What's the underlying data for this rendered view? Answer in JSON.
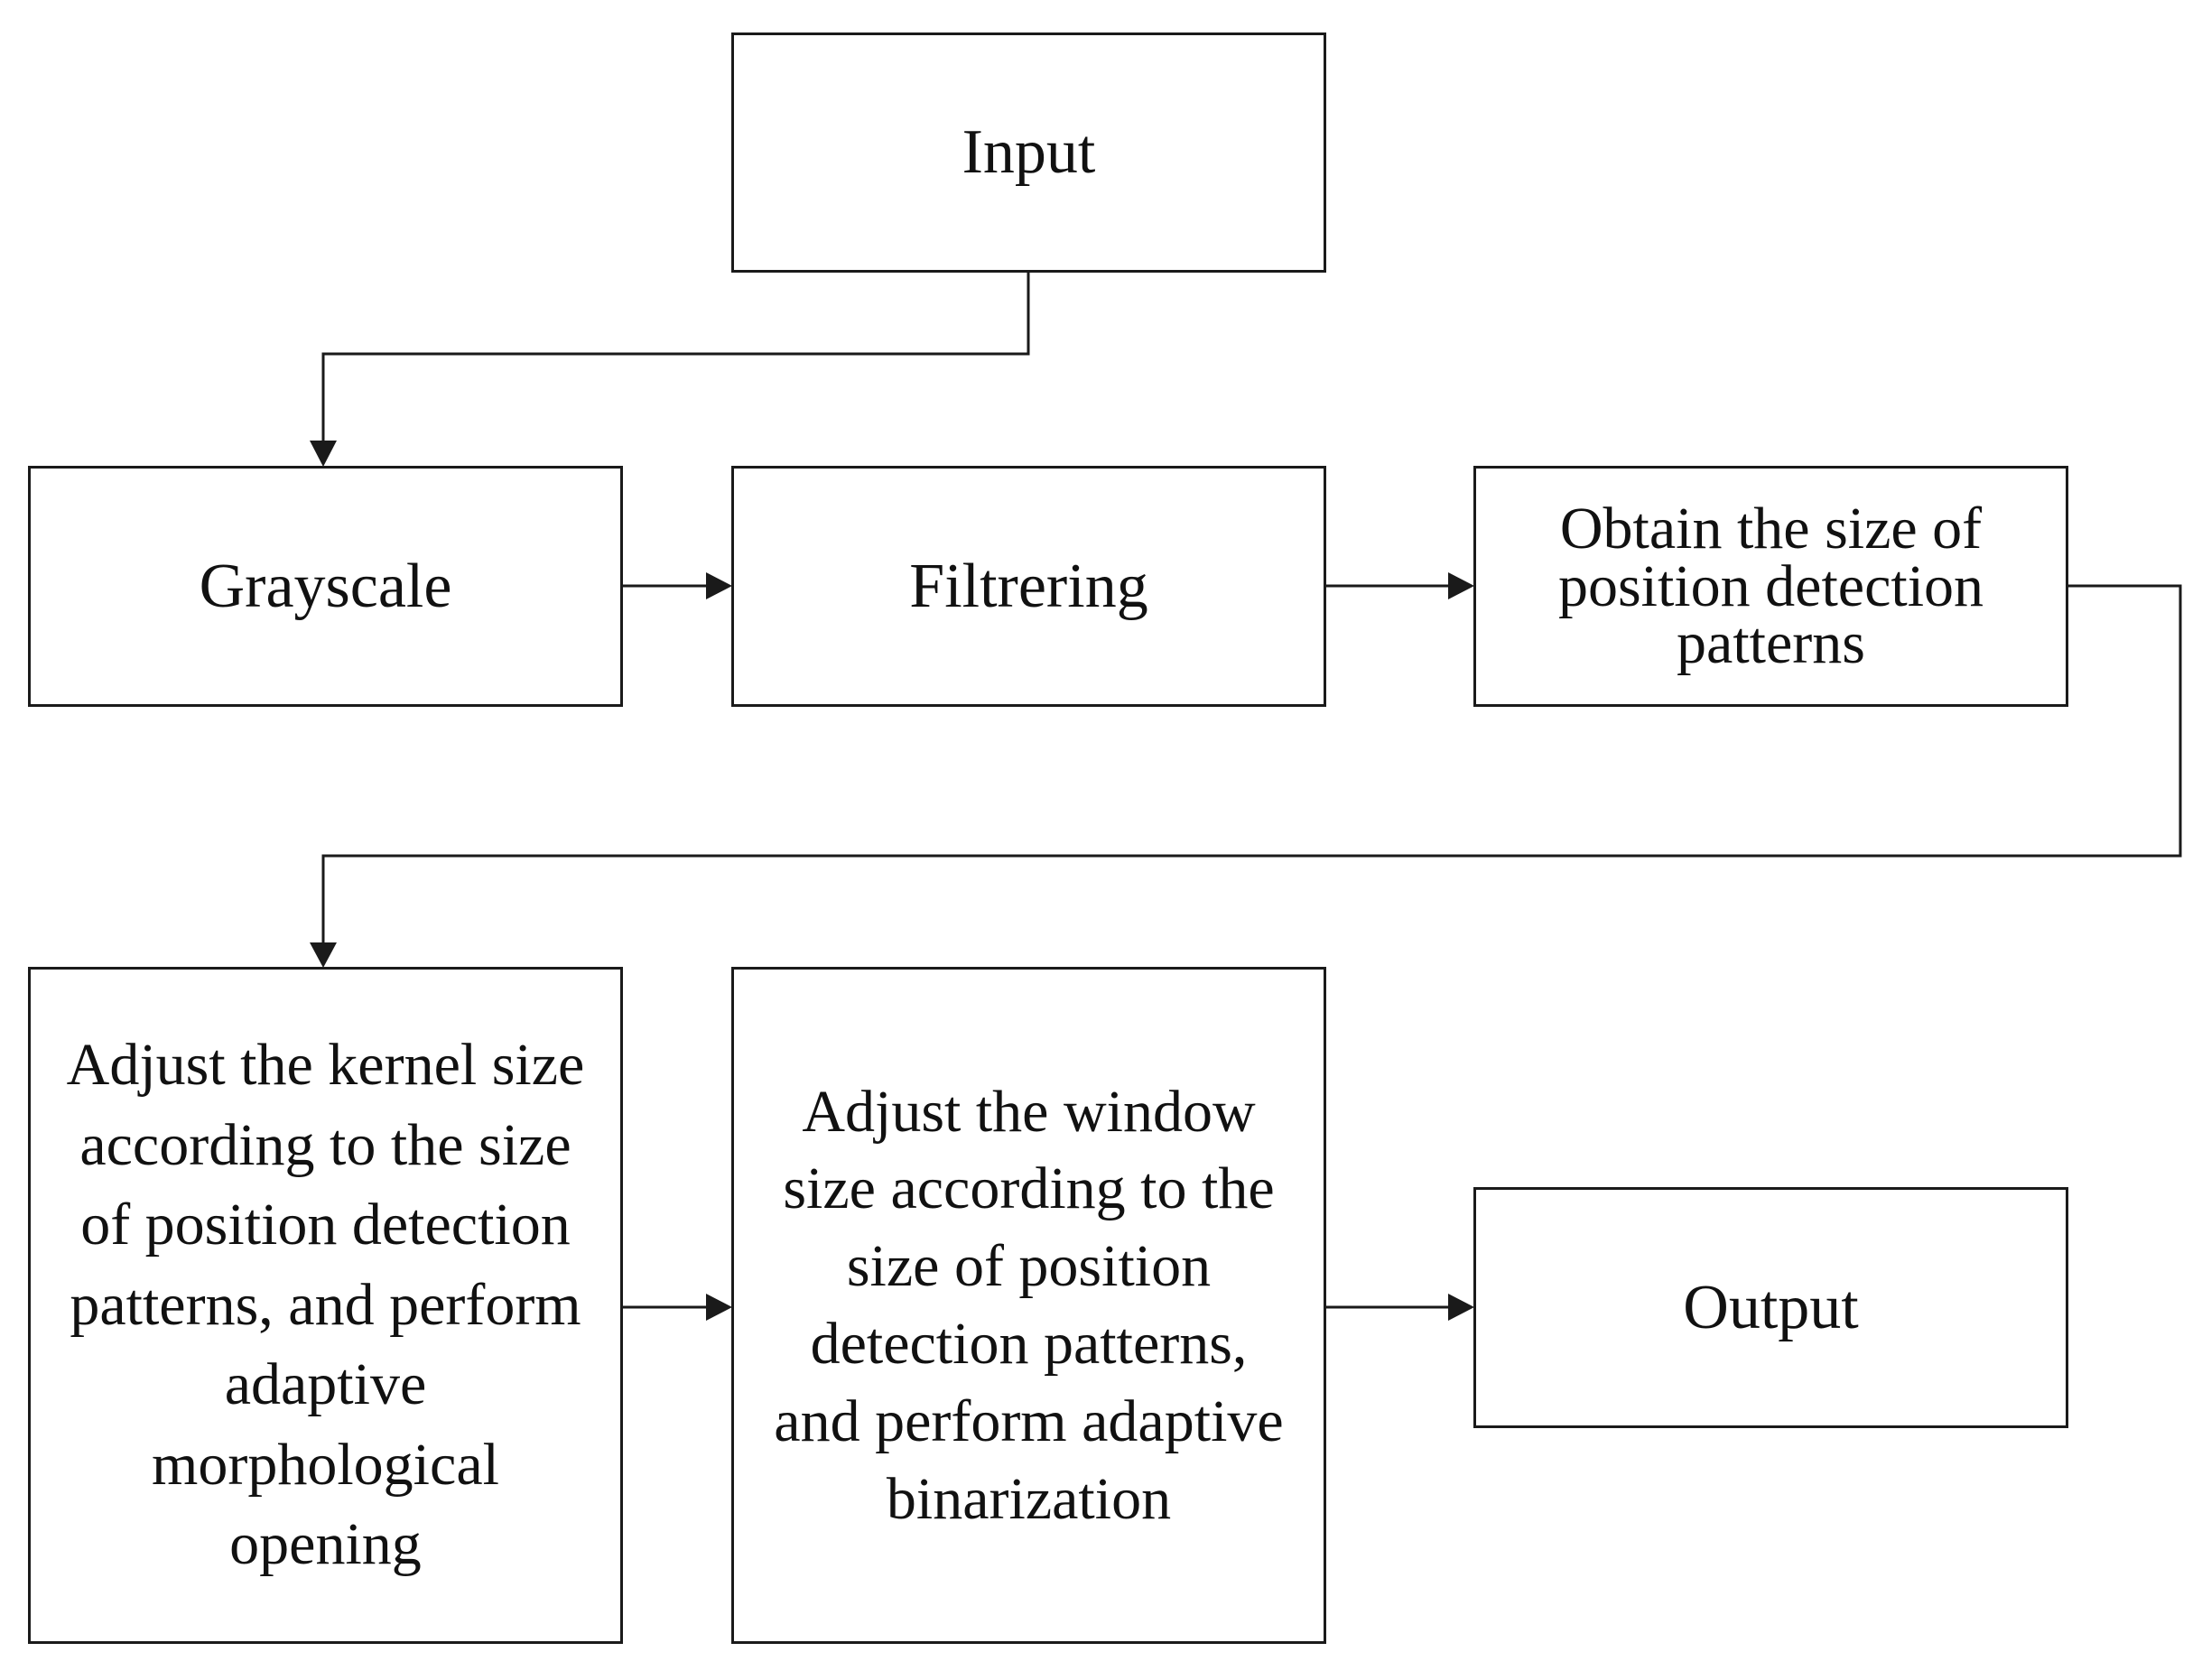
{
  "nodes": {
    "input": "Input",
    "grayscale": "Grayscale",
    "filtering": "Filtrering",
    "obtain": "Obtain the size of\nposition detection\npatterns",
    "kernel": "Adjust the kernel size\naccording to the size\nof position detection\npatterns, and perform\nadaptive\nmorphological\nopening",
    "window": "Adjust the window\nsize according to the\nsize of position\ndetection patterns,\nand perform adaptive\nbinarization",
    "output": "Output"
  },
  "edges": [
    {
      "from": "input",
      "to": "grayscale"
    },
    {
      "from": "grayscale",
      "to": "filtering"
    },
    {
      "from": "filtering",
      "to": "obtain"
    },
    {
      "from": "obtain",
      "to": "kernel"
    },
    {
      "from": "kernel",
      "to": "window"
    },
    {
      "from": "window",
      "to": "output"
    }
  ],
  "colors": {
    "line": "#1a1a1a",
    "text": "#111111",
    "background": "#ffffff"
  }
}
